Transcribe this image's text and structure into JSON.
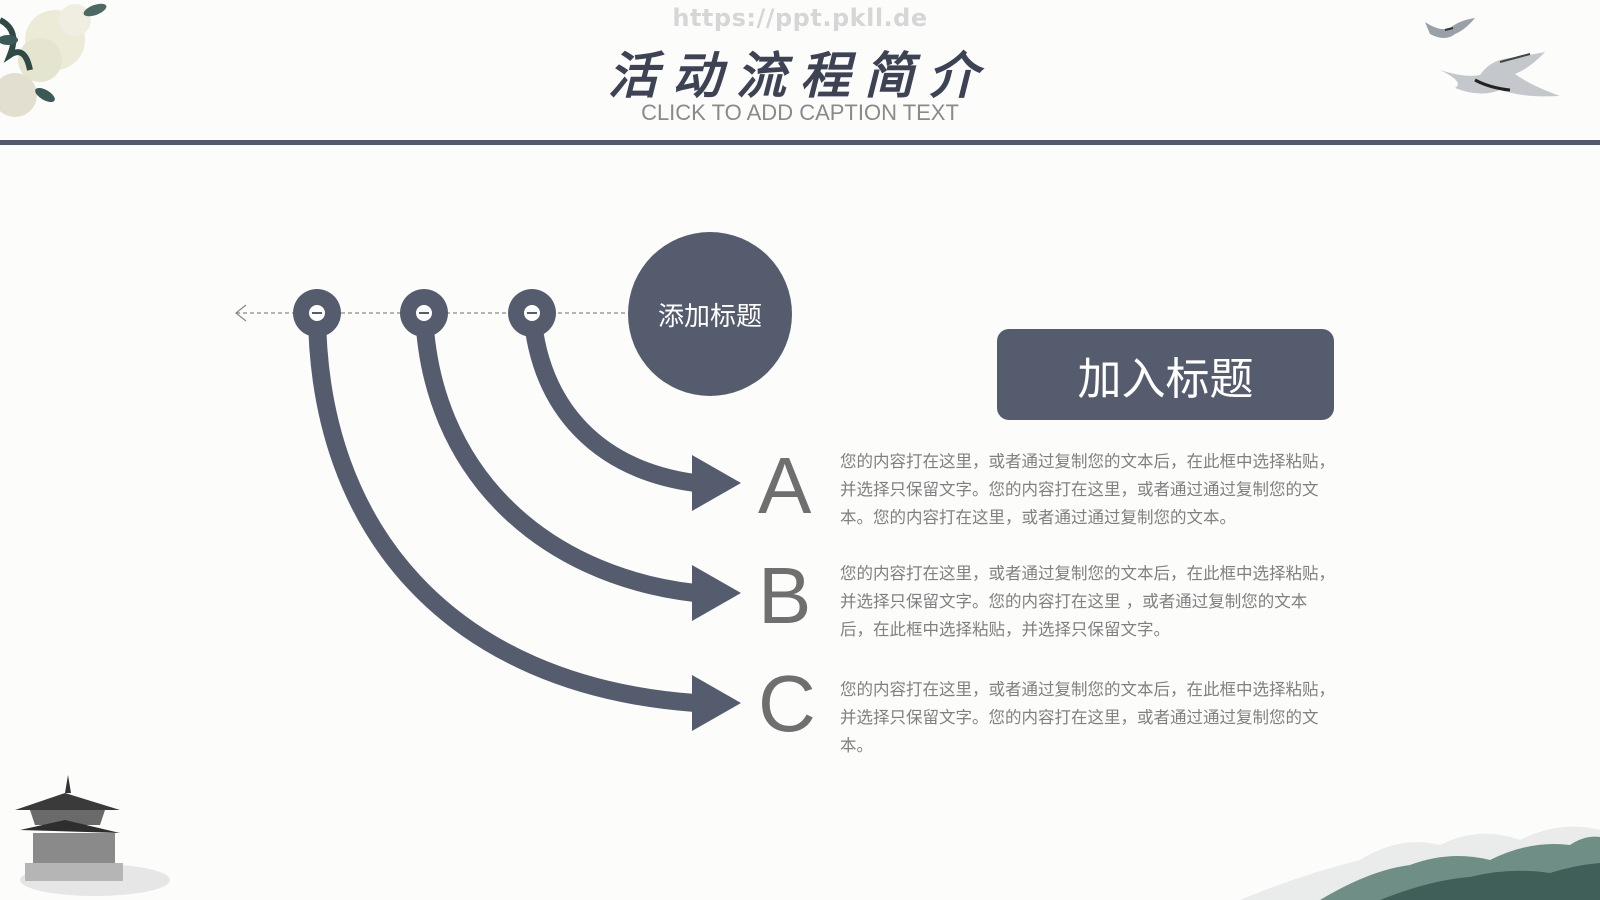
{
  "watermark": "https://ppt.pkll.de",
  "title": "活动流程简介",
  "subtitle": "CLICK TO ADD CAPTION TEXT",
  "circle_label": "添加标题",
  "banner_label": "加入标题",
  "items": [
    {
      "letter": "A",
      "text": "您的内容打在这里，或者通过复制您的文本后，在此框中选择粘贴，并选择只保留文字。您的内容打在这里，或者通过通过复制您的文本。您的内容打在这里，或者通过通过复制您的文本。"
    },
    {
      "letter": "B",
      "text": "您的内容打在这里，或者通过复制您的文本后，在此框中选择粘贴，并选择只保留文字。您的内容打在这里 ，或者通过复制您的文本后，在此框中选择粘贴，并选择只保留文字。"
    },
    {
      "letter": "C",
      "text": "您的内容打在这里，或者通过复制您的文本后，在此框中选择粘贴，并选择只保留文字。您的内容打在这里，或者通过通过复制您的文本。"
    }
  ],
  "colors": {
    "accent": "#555c6d",
    "text_gray": "#808080",
    "background": "#fcfcfb"
  }
}
